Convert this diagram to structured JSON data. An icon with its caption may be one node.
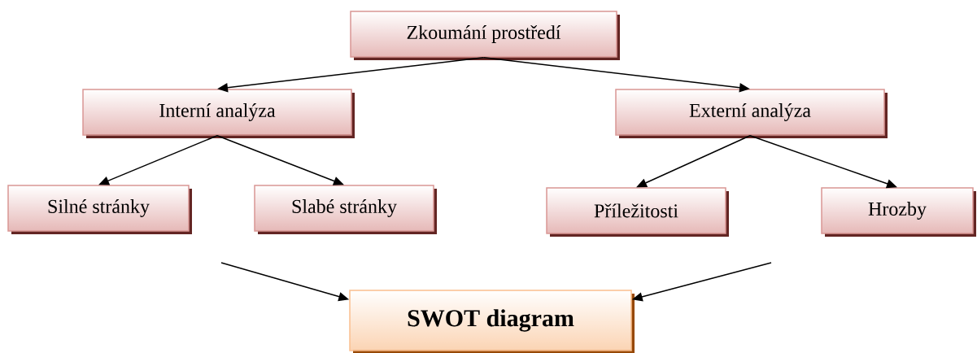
{
  "diagram": {
    "nodes": [
      {
        "text": [
          "Zkoumání prostředí"
        ]
      },
      {
        "text": [
          "Interní analýza"
        ]
      },
      {
        "text": [
          "Externí analýza"
        ]
      },
      {
        "text": [
          "Silné stránky"
        ]
      },
      {
        "text": [
          "Slabé stránky"
        ]
      },
      {
        "text": [
          "Příležitosti"
        ]
      },
      {
        "text": [
          "Hrozby"
        ]
      },
      {
        "text": [
          "SWOT diagram"
        ]
      }
    ],
    "edges": [
      {
        "from": 0,
        "to": 1,
        "arrow": "to"
      },
      {
        "from": 0,
        "to": 2,
        "arrow": "to"
      },
      {
        "from": 1,
        "to": 3,
        "arrow": "to"
      },
      {
        "from": 1,
        "to": 4,
        "arrow": "to"
      },
      {
        "from": 2,
        "to": 5,
        "arrow": "to"
      },
      {
        "from": 2,
        "to": 6,
        "arrow": "to"
      },
      {
        "from": null,
        "to": 7,
        "arrow": "to"
      },
      {
        "from": null,
        "to": 7,
        "arrow": "to"
      }
    ]
  }
}
